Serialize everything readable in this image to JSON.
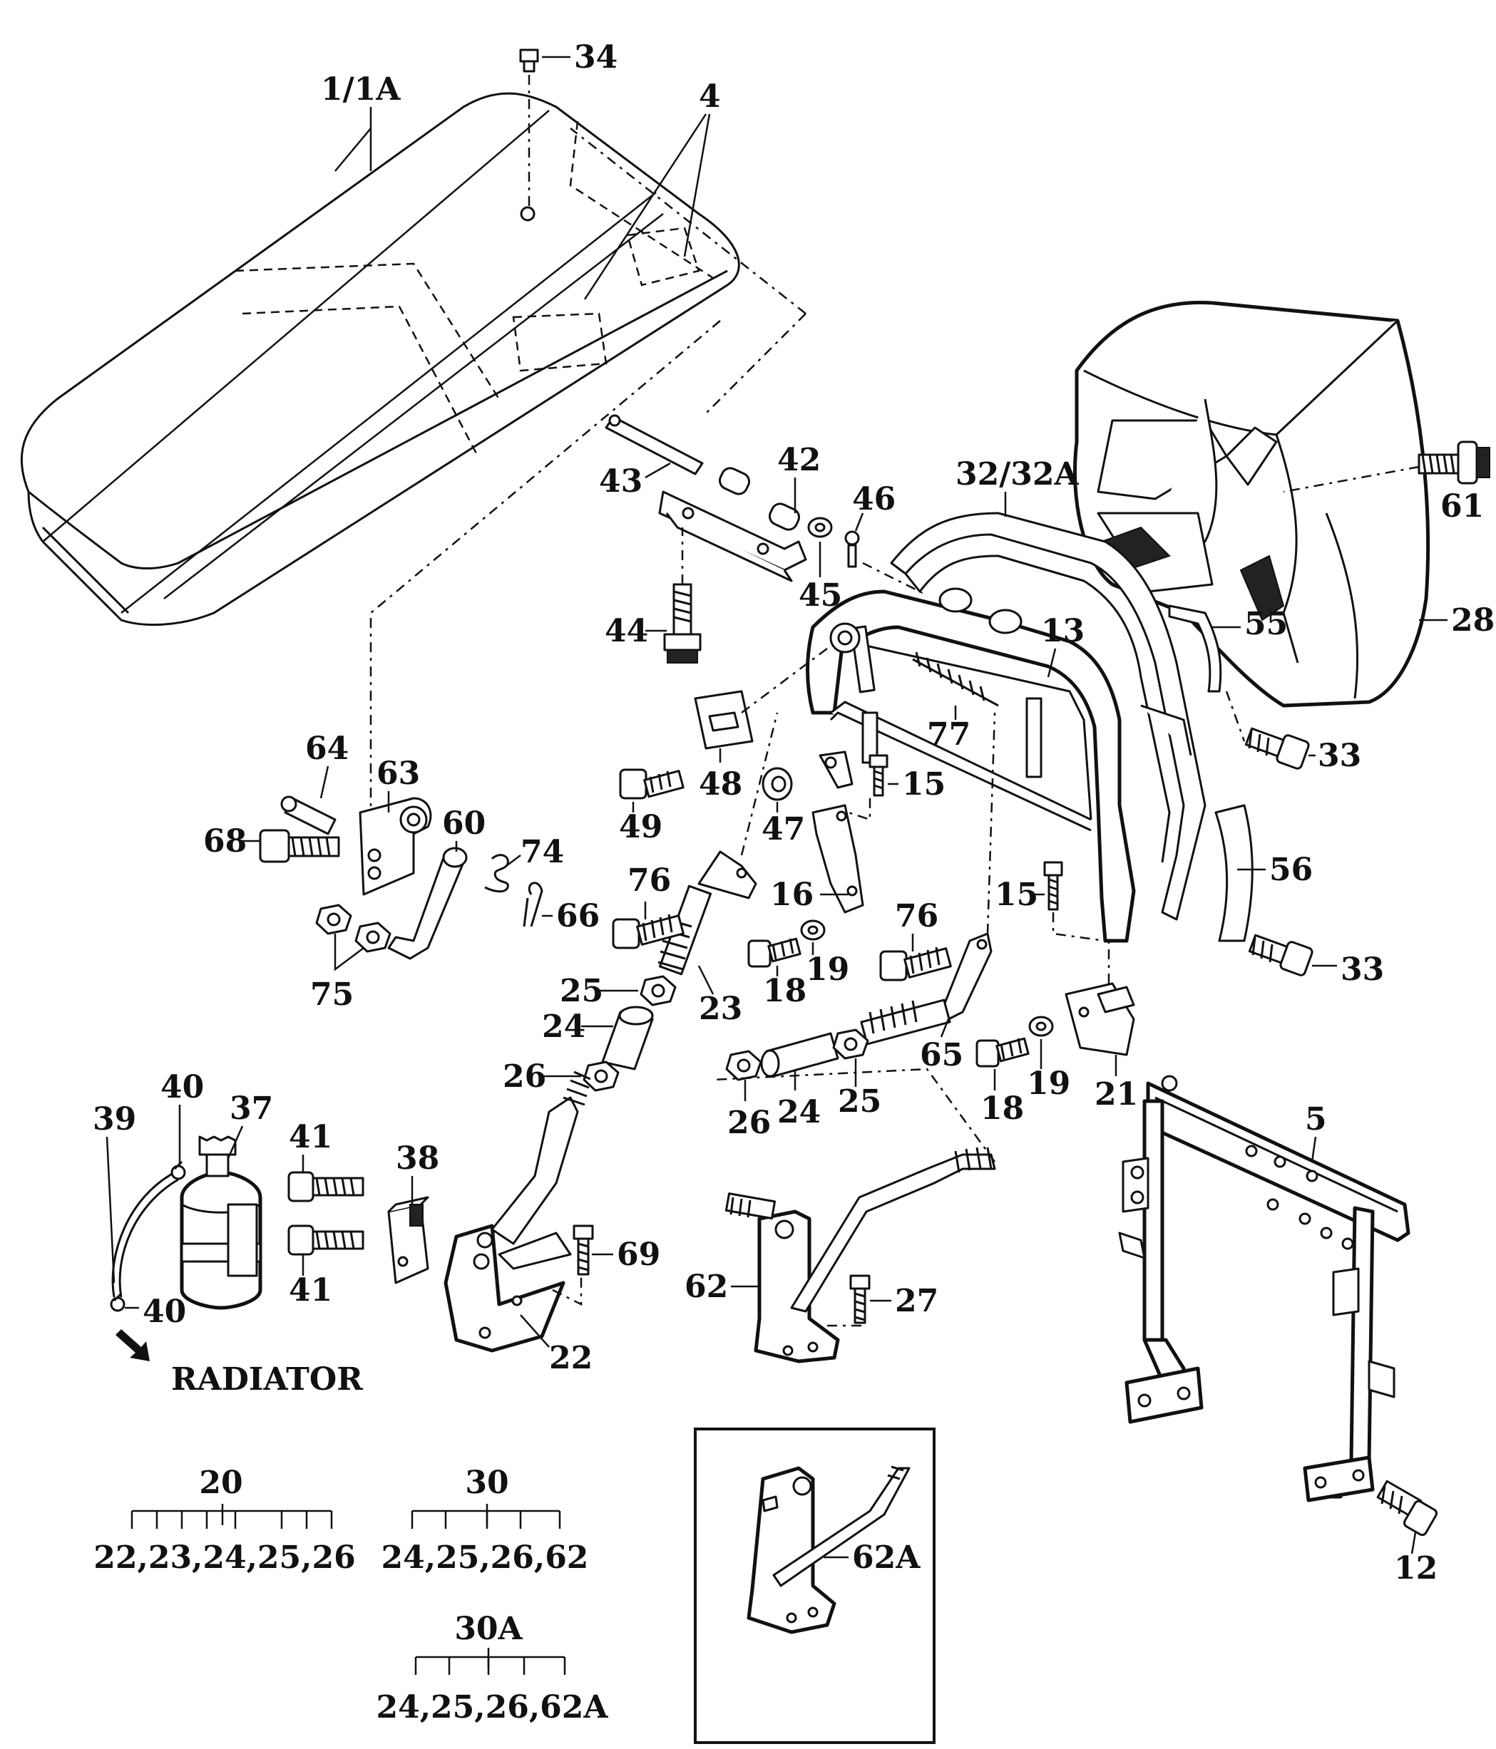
{
  "callouts": {
    "p1_1a": "1/1A",
    "p34": "34",
    "p4": "4",
    "p43": "43",
    "p42": "42",
    "p46": "46",
    "p45": "45",
    "p44": "44",
    "p32_32a": "32/32A",
    "p61": "61",
    "p28": "28",
    "p55": "55",
    "p13": "13",
    "p77": "77",
    "p33a": "33",
    "p33b": "33",
    "p56": "56",
    "p64": "64",
    "p63": "63",
    "p68": "68",
    "p60": "60",
    "p74": "74",
    "p66": "66",
    "p75": "75",
    "p49": "49",
    "p48": "48",
    "p47": "47",
    "p15a": "15",
    "p15b": "15",
    "p16": "16",
    "p76a": "76",
    "p76b": "76",
    "p23": "23",
    "p18a": "18",
    "p19a": "19",
    "p25a": "25",
    "p24a": "24",
    "p26a": "26",
    "p65": "65",
    "p18b": "18",
    "p19b": "19",
    "p21": "21",
    "p26b": "26",
    "p24b": "24",
    "p25b": "25",
    "p5": "5",
    "p39": "39",
    "p40a": "40",
    "p37": "37",
    "p41a": "41",
    "p41b": "41",
    "p38": "38",
    "p40b": "40",
    "p69": "69",
    "p22": "22",
    "p62": "62",
    "p27": "27",
    "p62a": "62A",
    "p12": "12",
    "radiator": "RADIATOR"
  },
  "assemblies": [
    {
      "number": "20",
      "components": "22,23,24,25,26"
    },
    {
      "number": "30",
      "components": "24,25,26,62"
    },
    {
      "number": "30A",
      "components": "24,25,26,62A"
    }
  ]
}
